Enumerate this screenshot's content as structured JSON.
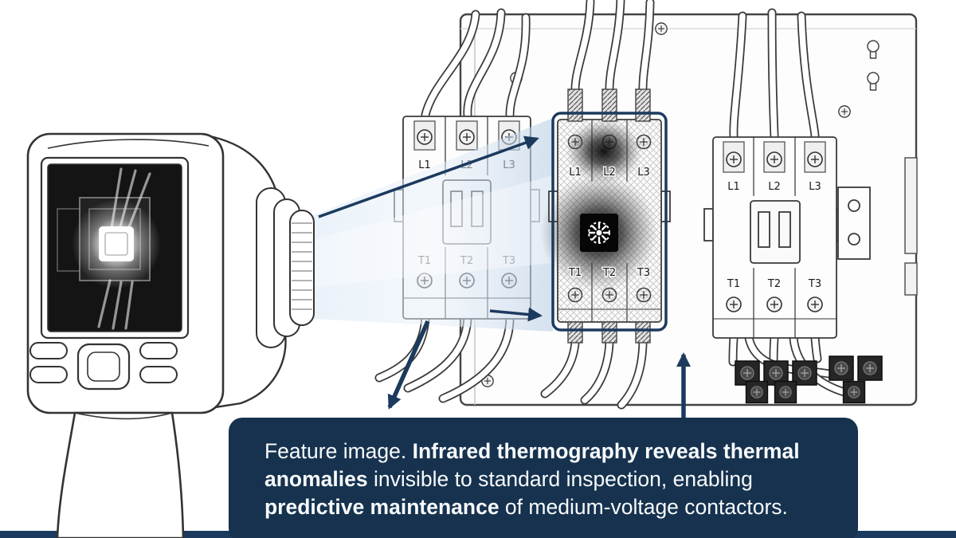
{
  "illustration": {
    "panel": {
      "contactors": [
        {
          "top_labels": [
            "L1",
            "L2",
            "L3"
          ],
          "bottom_labels": [
            "T1",
            "T2",
            "T3"
          ]
        },
        {
          "top_labels": [
            "L1",
            "L2",
            "L3"
          ],
          "bottom_labels": [
            "T1",
            "T2",
            "T3"
          ]
        },
        {
          "top_labels": [
            "L1",
            "L2",
            "L3"
          ],
          "bottom_labels": [
            "T1",
            "T2",
            "T3"
          ]
        }
      ]
    }
  },
  "caption": {
    "seg1": "Feature image. ",
    "seg2": "Infrared thermography reveals thermal anomalies",
    "seg3": " invisible to standard inspection, enabling ",
    "seg4": "predictive maintenance",
    "seg5": " of medium-voltage contactors."
  },
  "colors": {
    "accent_navy": "#1c3a5e",
    "caption_background": "#16324e",
    "beam_blue": "#c9dcef",
    "line_art": "#3a3a3a"
  }
}
